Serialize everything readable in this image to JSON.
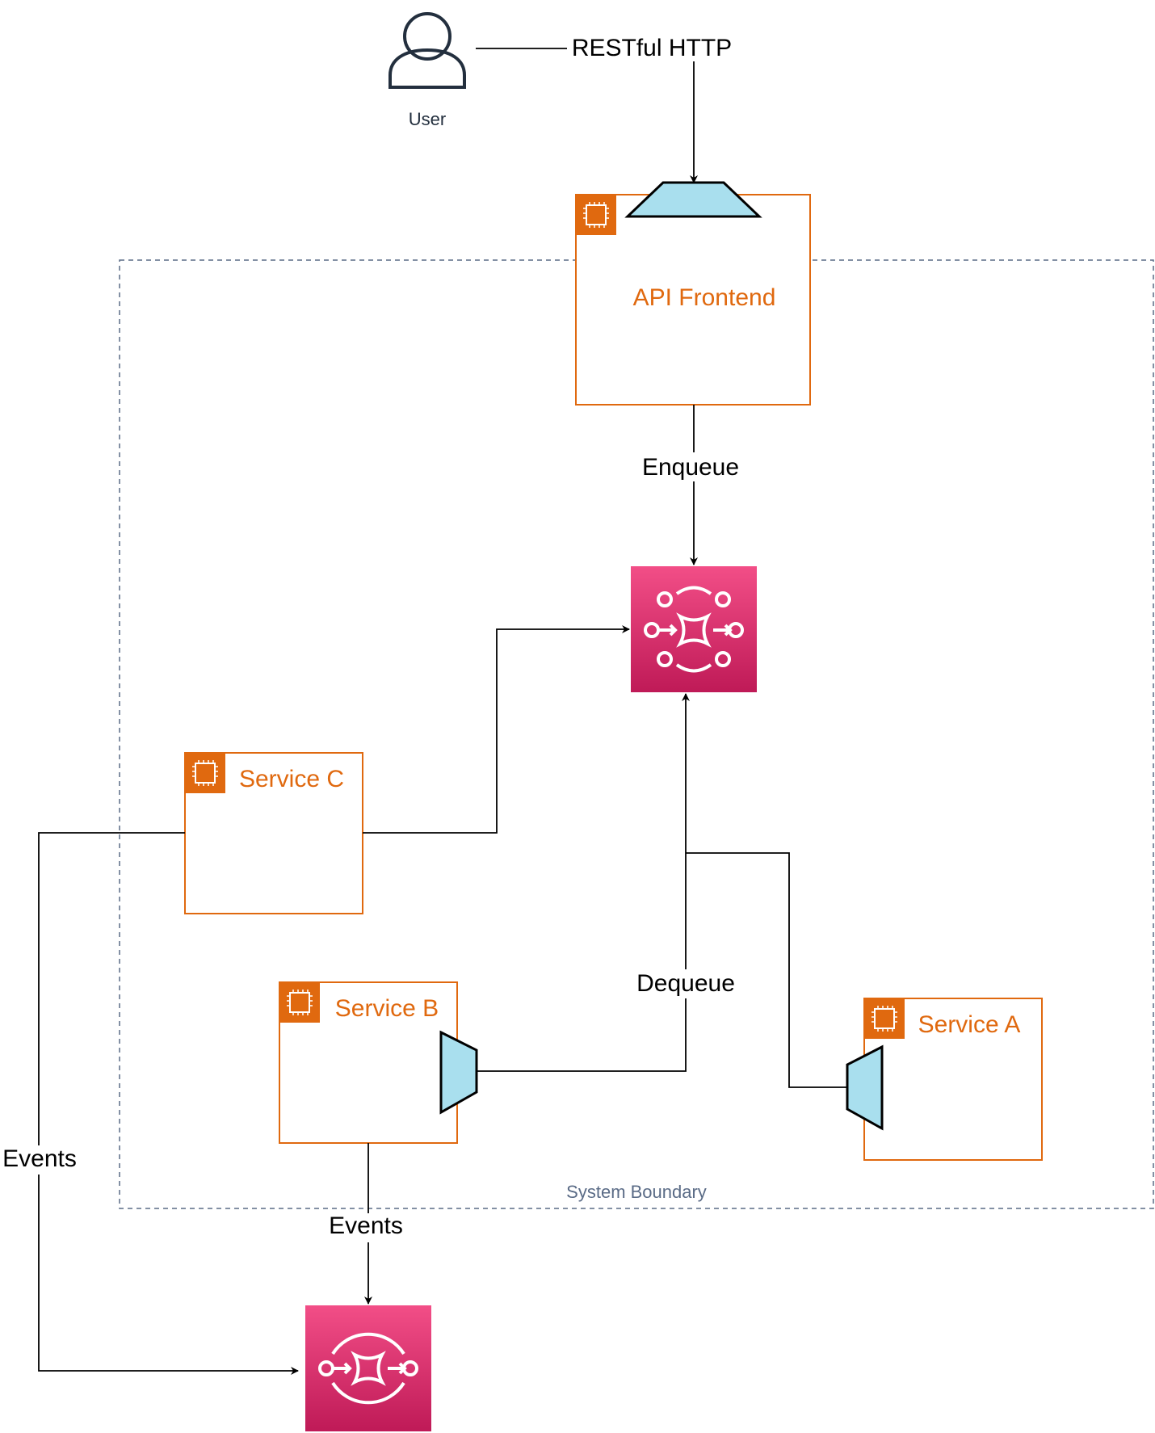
{
  "user": {
    "label": "User",
    "icon": "user-icon"
  },
  "boundary": {
    "label": "System Boundary"
  },
  "services": {
    "api_frontend": {
      "label": "API Frontend"
    },
    "service_c": {
      "label": "Service C"
    },
    "service_b": {
      "label": "Service B"
    },
    "service_a": {
      "label": "Service A"
    }
  },
  "queues": {
    "mq": {
      "icon": "amazon-mq-icon"
    },
    "sns": {
      "icon": "sns-icon"
    }
  },
  "edges": {
    "restful_http": "RESTful HTTP",
    "enqueue": "Enqueue",
    "dequeue": "Dequeue",
    "events_b": "Events",
    "events_c": "Events"
  },
  "colors": {
    "service_orange": "#E0690F",
    "pink_top": "#F24E87",
    "pink_bottom": "#BF1A57",
    "port_fill": "#A9DFEE",
    "boundary_stroke": "#5A6B86",
    "boundary_text": "#5A6B86",
    "edge": "#000000"
  }
}
